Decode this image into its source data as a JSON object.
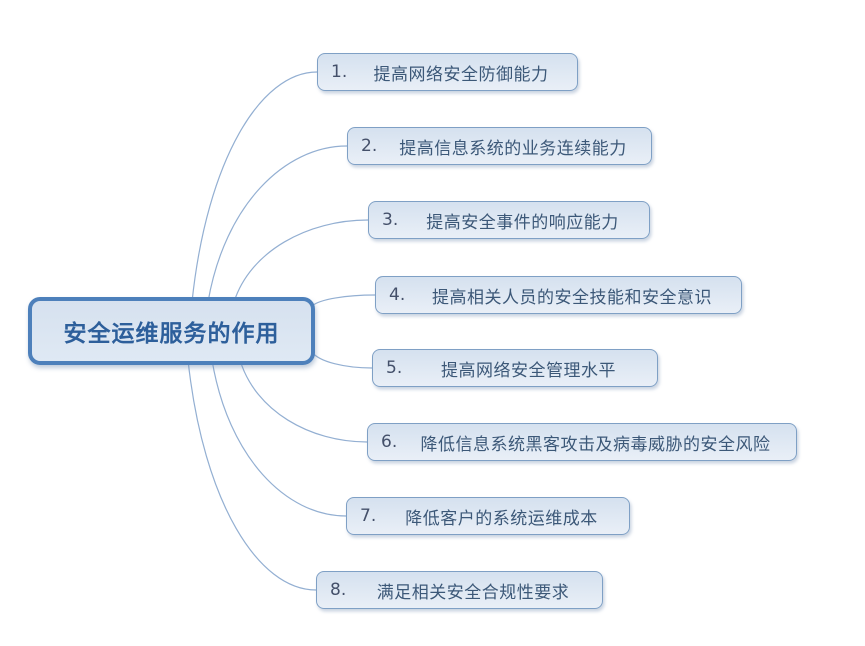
{
  "diagram": {
    "type": "mindmap",
    "root": {
      "label": "安全运维服务的作用"
    },
    "branches": [
      {
        "number": "1.",
        "label": "提高网络安全防御能力"
      },
      {
        "number": "2.",
        "label": "提高信息系统的业务连续能力"
      },
      {
        "number": "3.",
        "label": "提高安全事件的响应能力"
      },
      {
        "number": "4.",
        "label": "提高相关人员的安全技能和安全意识"
      },
      {
        "number": "5.",
        "label": "提高网络安全管理水平"
      },
      {
        "number": "6.",
        "label": "降低信息系统黑客攻击及病毒威胁的安全风险"
      },
      {
        "number": "7.",
        "label": "降低客户的系统运维成本"
      },
      {
        "number": "8.",
        "label": "满足相关安全合规性要求"
      }
    ],
    "colors": {
      "root_border": "#4d80bb",
      "root_fill": "#dce6f2",
      "root_text": "#2d5f9b",
      "branch_border": "#7fa0c5",
      "branch_fill": "#dce6f2",
      "branch_text": "#3c5878",
      "connector": "#93afd2",
      "background": "#ffffff"
    }
  }
}
